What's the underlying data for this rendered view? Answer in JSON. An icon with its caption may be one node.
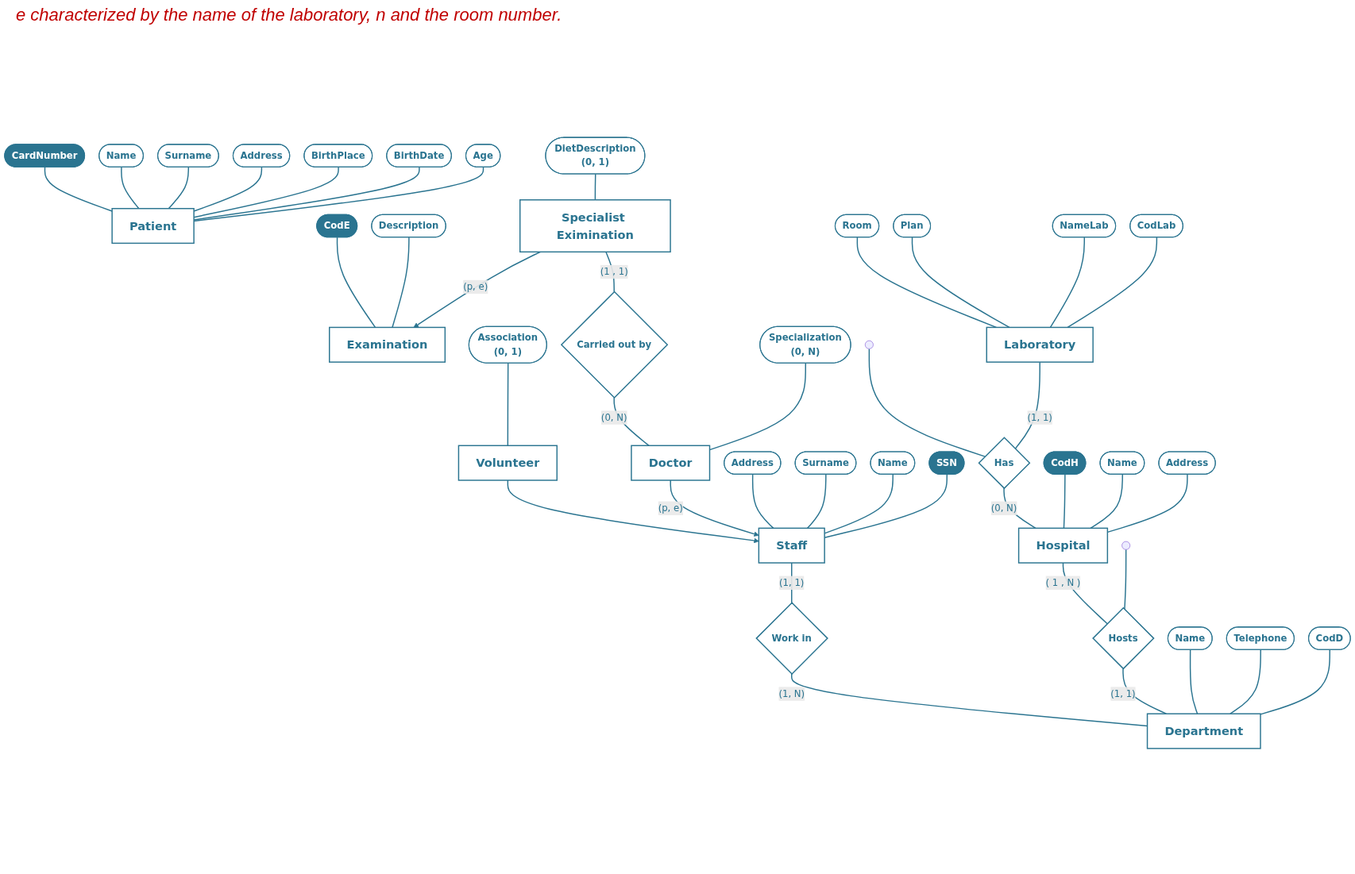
{
  "diagram": {
    "nodes": [
      {
        "text": [
          "CardNumber"
        ]
      },
      {
        "text": [
          "Name"
        ]
      },
      {
        "text": [
          "Surname"
        ]
      },
      {
        "text": [
          "Address"
        ]
      },
      {
        "text": [
          "Patient"
        ]
      },
      {
        "text": [
          "BirthPlace"
        ]
      },
      {
        "text": [
          "BirthDate"
        ]
      },
      {
        "text": [
          "Age"
        ]
      },
      {
        "text": [
          "CodE"
        ]
      },
      {
        "text": [
          "Description"
        ]
      },
      {
        "text": [
          "DietDescription",
          "(0, 1)"
        ]
      },
      {
        "text": [
          "Examination"
        ]
      },
      {
        "text": [
          "Specialist Eximination"
        ]
      },
      {
        "text": [
          "Carried out by"
        ]
      },
      {
        "text": [
          "Association",
          "(0, 1)"
        ]
      },
      {
        "text": [
          "Specialization",
          "(0, N)"
        ]
      },
      {
        "text": [
          "Volunteer"
        ]
      },
      {
        "text": [
          "Doctor"
        ]
      },
      {
        "text": [
          "Address"
        ]
      },
      {
        "text": [
          "Surname"
        ]
      },
      {
        "text": [
          "Staff"
        ]
      },
      {
        "text": [
          "Name"
        ]
      },
      {
        "text": [
          "SSN"
        ]
      },
      {
        "text": [
          "Room"
        ]
      },
      {
        "text": [
          "Plan"
        ]
      },
      {
        "text": [
          "NameLab"
        ]
      },
      {
        "text": [
          "Laboratory"
        ]
      },
      {
        "text": [
          "CodLab"
        ]
      },
      {
        "text": [],
        "shape": "circle"
      },
      {
        "text": [
          "Has"
        ]
      },
      {
        "text": [
          "Work in"
        ]
      },
      {
        "text": [
          "CodH"
        ]
      },
      {
        "text": [
          "Name"
        ]
      },
      {
        "text": [
          "Hospital"
        ]
      },
      {
        "text": [
          "Address"
        ]
      },
      {
        "text": [
          "Department"
        ]
      },
      {
        "text": [
          "Name"
        ]
      },
      {
        "text": [
          "Telephone"
        ]
      },
      {
        "text": [
          "Hosts"
        ]
      },
      {
        "text": [],
        "shape": "circle"
      },
      {
        "text": [
          "CodD"
        ]
      }
    ],
    "edges": [
      {
        "from": 0,
        "to": 4,
        "arrow": "none"
      },
      {
        "from": 1,
        "to": 4,
        "arrow": "none"
      },
      {
        "from": 2,
        "to": 4,
        "arrow": "none"
      },
      {
        "from": 3,
        "to": 4,
        "arrow": "none"
      },
      {
        "from": 5,
        "to": 4,
        "arrow": "none"
      },
      {
        "from": 6,
        "to": 4,
        "arrow": "none"
      },
      {
        "from": 7,
        "to": 4,
        "arrow": "none"
      },
      {
        "from": 8,
        "to": 11,
        "arrow": "none"
      },
      {
        "from": 9,
        "to": 11,
        "arrow": "none"
      },
      {
        "from": 10,
        "to": 12,
        "arrow": "none"
      },
      {
        "from": 12,
        "to": 11,
        "arrow": "to",
        "label": "(p, e)"
      },
      {
        "from": 12,
        "to": 13,
        "arrow": "none",
        "label": "(1 , 1)"
      },
      {
        "from": 13,
        "to": 17,
        "arrow": "none",
        "label": "(0, N)"
      },
      {
        "from": 14,
        "to": 16,
        "arrow": "none"
      },
      {
        "from": 15,
        "to": 17,
        "arrow": "none"
      },
      {
        "from": 16,
        "to": 20,
        "arrow": "to"
      },
      {
        "from": 17,
        "to": 20,
        "arrow": "to",
        "label": "(p, e)"
      },
      {
        "from": 18,
        "to": 20,
        "arrow": "none"
      },
      {
        "from": 19,
        "to": 20,
        "arrow": "none"
      },
      {
        "from": 21,
        "to": 20,
        "arrow": "none"
      },
      {
        "from": 22,
        "to": 20,
        "arrow": "none"
      },
      {
        "from": 23,
        "to": 26,
        "arrow": "none"
      },
      {
        "from": 24,
        "to": 26,
        "arrow": "none"
      },
      {
        "from": 25,
        "to": 26,
        "arrow": "none"
      },
      {
        "from": 27,
        "to": 26,
        "arrow": "none"
      },
      {
        "from": 28,
        "to": 29,
        "arrow": "none"
      },
      {
        "from": 26,
        "to": 29,
        "arrow": "none",
        "label": "(1, 1)"
      },
      {
        "from": 29,
        "to": 33,
        "arrow": "none",
        "label": "(0, N)"
      },
      {
        "from": 20,
        "to": 30,
        "arrow": "none",
        "label": "(1, 1)"
      },
      {
        "from": 30,
        "to": 35,
        "arrow": "none",
        "label": "(1, N)"
      },
      {
        "from": 31,
        "to": 33,
        "arrow": "none"
      },
      {
        "from": 32,
        "to": 33,
        "arrow": "none"
      },
      {
        "from": 34,
        "to": 33,
        "arrow": "none"
      },
      {
        "from": 33,
        "to": 38,
        "arrow": "none",
        "label": "( 1 , N )"
      },
      {
        "from": 38,
        "to": 35,
        "arrow": "none",
        "label": "(1, 1)"
      },
      {
        "from": 36,
        "to": 35,
        "arrow": "none"
      },
      {
        "from": 37,
        "to": 35,
        "arrow": "none"
      },
      {
        "from": 39,
        "to": 38,
        "arrow": "none"
      },
      {
        "from": 40,
        "to": 35,
        "arrow": "none"
      }
    ],
    "labels": [
      "e characterized by the name of the laboratory, n and the room number."
    ]
  }
}
